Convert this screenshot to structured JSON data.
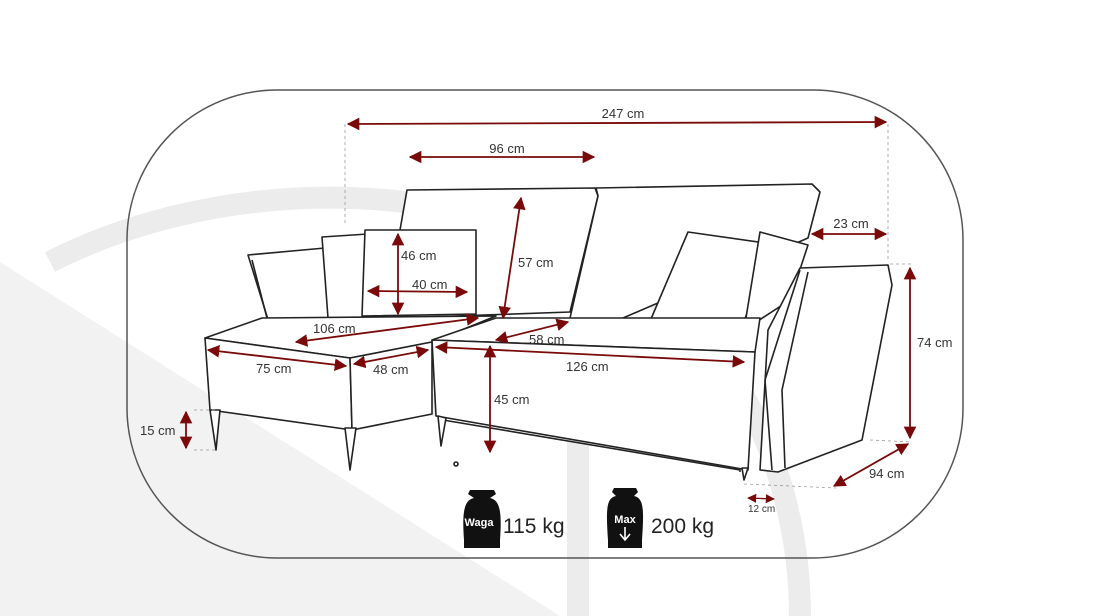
{
  "colors": {
    "arrow": "#7a0a0a",
    "outline": "#222222",
    "frame": "#555555",
    "background_arc": "#ececec"
  },
  "dimensions": {
    "total_width": "247 cm",
    "back_width": "96 cm",
    "armrest_width": "23 cm",
    "backrest_height": "57 cm",
    "pillow_height": "46 cm",
    "pillow_width": "40 cm",
    "chaise_length": "106 cm",
    "seat_depth": "58 cm",
    "chaise_width": "75 cm",
    "chaise_section": "48 cm",
    "seat_width": "126 cm",
    "seat_height": "45 cm",
    "leg_height": "15 cm",
    "total_height": "74 cm",
    "depth": "94 cm",
    "arm_offset": "12 cm"
  },
  "weights": {
    "weight_icon_label": "Waga",
    "weight_value": "115 kg",
    "max_icon_label": "Max",
    "max_value": "200 kg"
  },
  "icons": [
    "weight-icon",
    "max-load-icon"
  ]
}
